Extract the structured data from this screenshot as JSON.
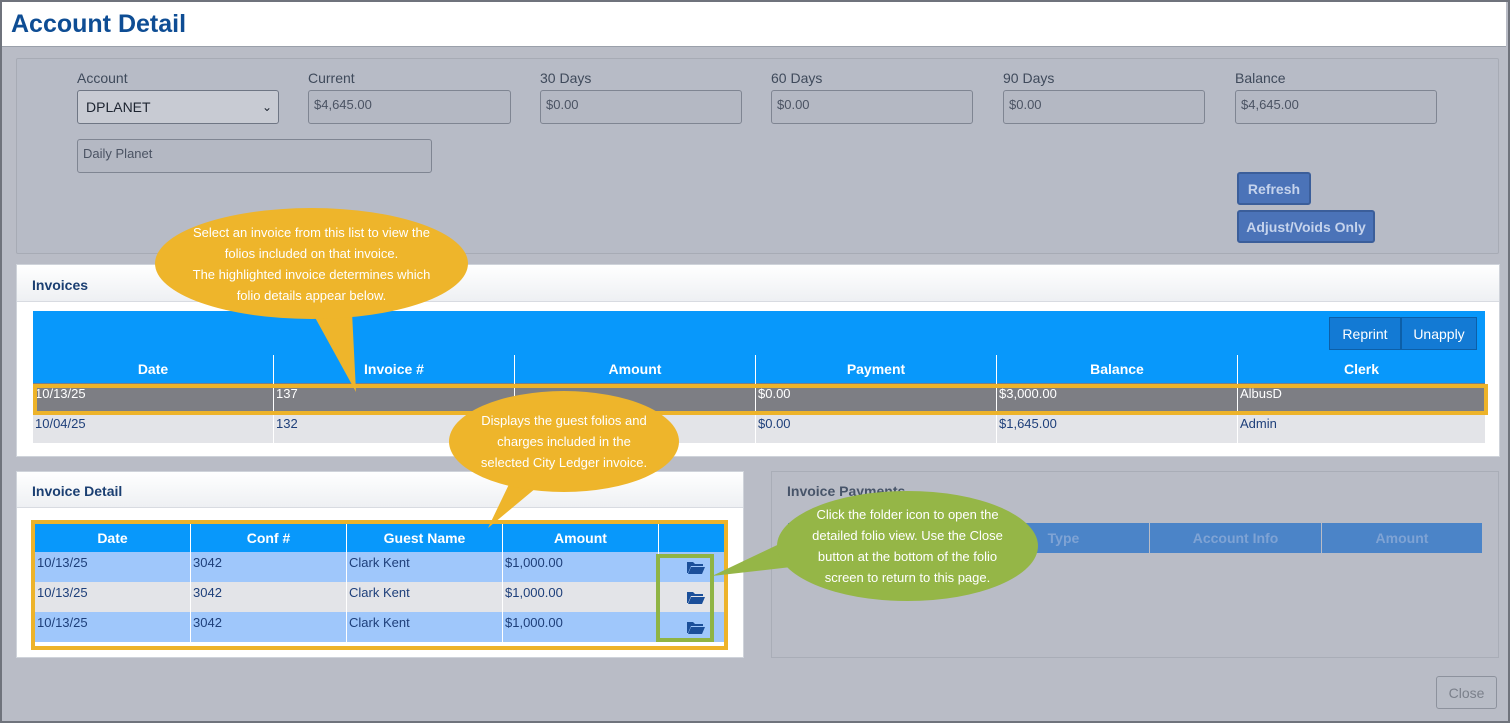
{
  "window": {
    "title": "Account Detail"
  },
  "account": {
    "account_label": "Account",
    "account_value": "DPLANET",
    "current_label": "Current",
    "current_value": "$4,645.00",
    "days30_label": "30 Days",
    "days30_value": "$0.00",
    "days60_label": "60 Days",
    "days60_value": "$0.00",
    "days90_label": "90 Days",
    "days90_value": "$0.00",
    "balance_label": "Balance",
    "balance_value": "$4,645.00",
    "name_value": "Daily Planet",
    "refresh_label": "Refresh",
    "adjust_label": "Adjust/Voids Only"
  },
  "invoices": {
    "title": "Invoices",
    "reprint_label": "Reprint",
    "unapply_label": "Unapply",
    "columns": [
      "Date",
      "Invoice #",
      "Amount",
      "Payment",
      "Balance",
      "Clerk"
    ],
    "rows": [
      {
        "date": "10/13/25",
        "invoice": "137",
        "amount": "",
        "payment": "$0.00",
        "balance": "$3,000.00",
        "clerk": "AlbusD",
        "selected": true
      },
      {
        "date": "10/04/25",
        "invoice": "132",
        "amount": "",
        "payment": "$0.00",
        "balance": "$1,645.00",
        "clerk": "Admin",
        "selected": false
      }
    ]
  },
  "invoice_detail": {
    "title": "Invoice Detail",
    "columns": [
      "Date",
      "Conf #",
      "Guest Name",
      "Amount",
      ""
    ],
    "rows": [
      {
        "date": "10/13/25",
        "conf": "3042",
        "guest": "Clark Kent",
        "amount": "$1,000.00"
      },
      {
        "date": "10/13/25",
        "conf": "3042",
        "guest": "Clark Kent",
        "amount": "$1,000.00"
      },
      {
        "date": "10/13/25",
        "conf": "3042",
        "guest": "Clark Kent",
        "amount": "$1,000.00"
      }
    ],
    "row_icon": "folder-open-icon"
  },
  "invoice_payments": {
    "title": "Invoice Payments",
    "columns": [
      "Type",
      "Account Info",
      "Amount"
    ]
  },
  "footer": {
    "close_label": "Close"
  },
  "callouts": {
    "invoices_line1": "Select an invoice from this list to view the folios included on that invoice.",
    "invoices_line2": "The highlighted invoice determines which folio details appear below.",
    "detail_text": "Displays the guest folios and charges included in the selected City Ledger invoice.",
    "folder_text": "Click the folder icon to open the detailed folio view. Use the Close button at the bottom of the folio screen to return to this page."
  },
  "colors": {
    "grid_header": "#0898fb",
    "highlight_outline": "#edb32a",
    "callout_yellow": "#eeb52b",
    "callout_green": "#95b647",
    "folder_outline": "#8fb444",
    "selected_row": "#7d7e84",
    "detail_row_blue": "#9fc7fb"
  }
}
